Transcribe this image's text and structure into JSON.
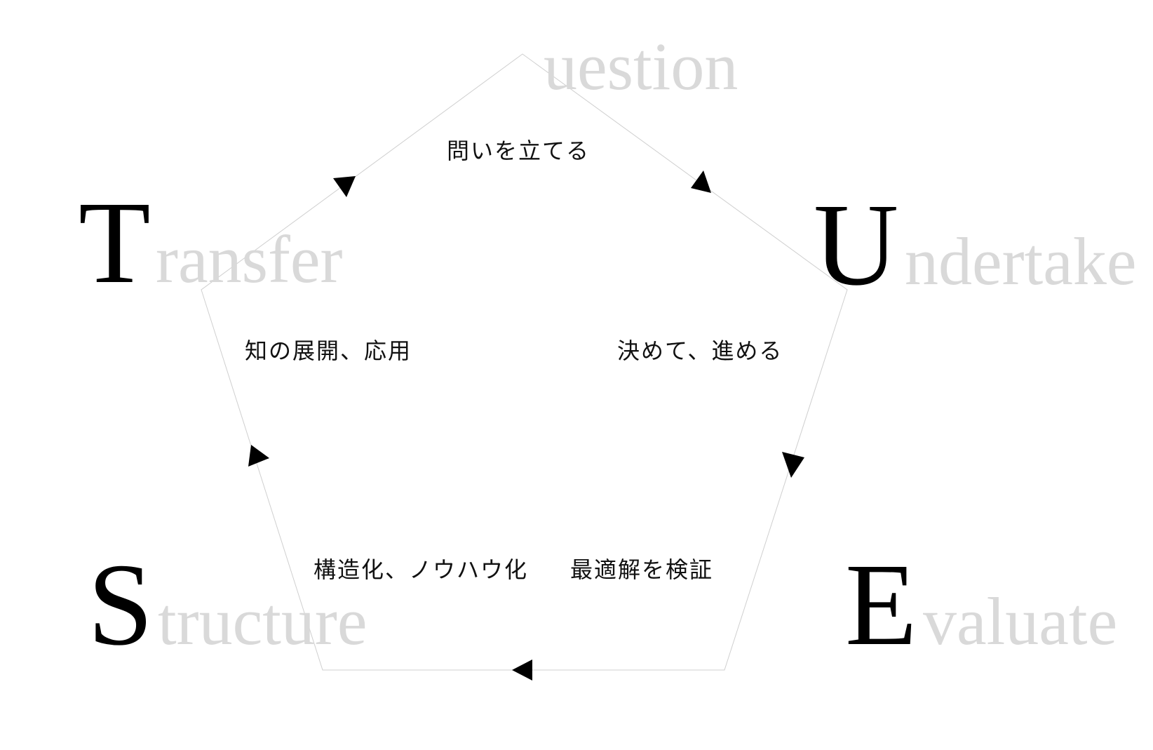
{
  "diagram": {
    "steps": [
      {
        "letter": "",
        "word": "uestion",
        "label": "問いを立てる"
      },
      {
        "letter": "U",
        "word": "ndertake",
        "label": "決めて、進める"
      },
      {
        "letter": "E",
        "word": "valuate",
        "label": "最適解を検証"
      },
      {
        "letter": "S",
        "word": "tructure",
        "label": "構造化、ノウハウ化"
      },
      {
        "letter": "T",
        "word": "ransfer",
        "label": "知の展開、応用"
      }
    ],
    "colors": {
      "ghost_text": "#d9d9d9",
      "letters": "#000000",
      "edges": "#cccccc",
      "arrows": "#000000"
    }
  }
}
